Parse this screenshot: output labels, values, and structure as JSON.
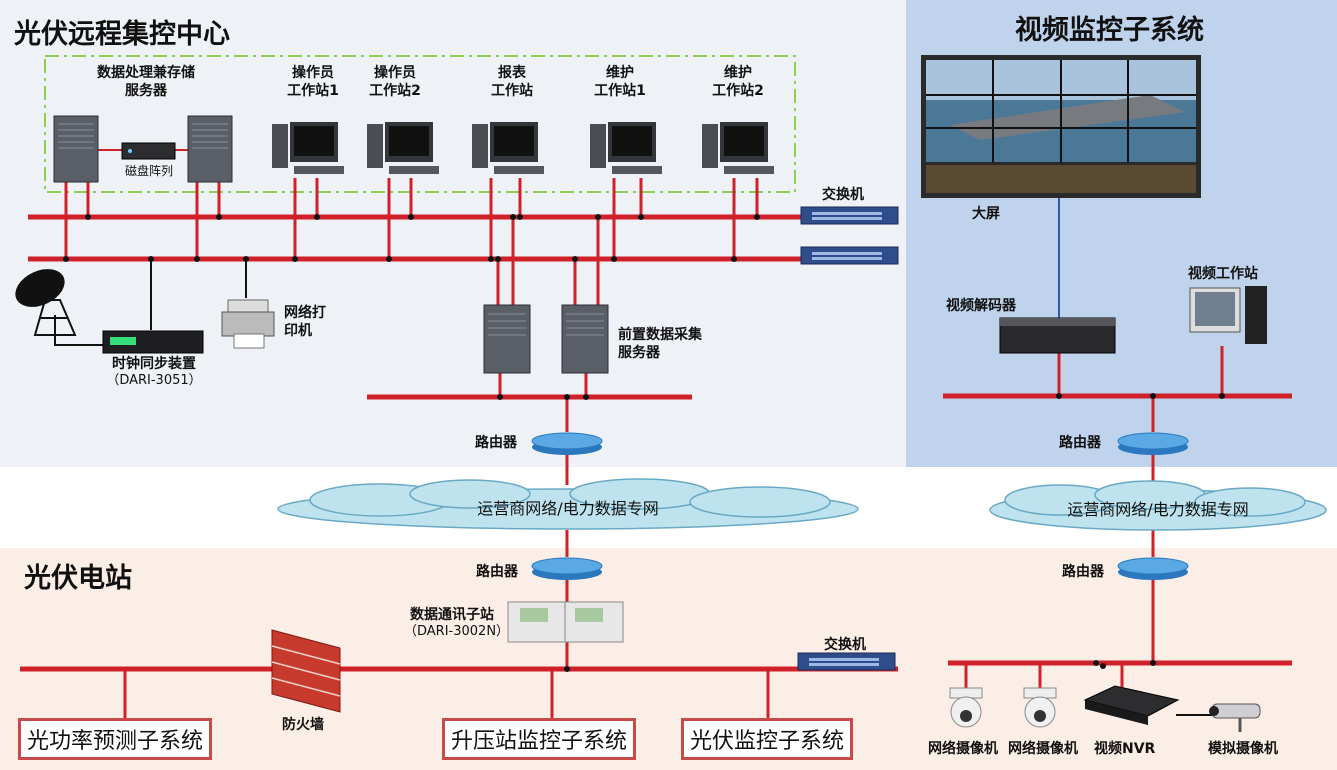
{
  "zones": {
    "center": {
      "title": "光伏远程集控中心"
    },
    "video": {
      "title": "视频监控子系统"
    },
    "station": {
      "title": "光伏电站"
    }
  },
  "center": {
    "server_label": "数据处理兼存储\n服务器",
    "disk_label": "磁盘阵列",
    "operator1": "操作员\n工作站1",
    "operator2": "操作员\n工作站2",
    "report": "报表\n工作站",
    "maint1": "维护\n工作站1",
    "maint2": "维护\n工作站2",
    "switch_label": "交换机",
    "printer_label": "网络打\n印机",
    "clock_label": "时钟同步装置",
    "clock_model": "（DARI-3051）",
    "frontend_label": "前置数据采集\n服务器",
    "router_label": "路由器"
  },
  "video": {
    "screen_label": "大屏",
    "decoder_label": "视频解码器",
    "workstation_label": "视频工作站",
    "router_label": "路由器",
    "camera1": "网络摄像机",
    "camera2": "网络摄像机",
    "nvr": "视频NVR",
    "analog": "模拟摄像机"
  },
  "network": {
    "cloud_left": "运营商网络/电力数据专网",
    "cloud_right": "运营商网络/电力数据专网"
  },
  "station": {
    "router_left": "路由器",
    "router_right": "路由器",
    "comm_label": "数据通讯子站",
    "comm_model": "（DARI-3002N）",
    "switch_label": "交换机",
    "firewall_label": "防火墙",
    "sub1": "光功率预测子系统",
    "sub2": "升压站监控子系统",
    "sub3": "光伏监控子系统"
  },
  "colors": {
    "bus": "#d0202a",
    "center_bg": "#eef2f7",
    "video_bg": "#bfd3ec",
    "station_bg": "#fbeee6",
    "dash": "#8ccf52",
    "cloud": "#bfe3ee",
    "router": "#3a8fd0"
  }
}
